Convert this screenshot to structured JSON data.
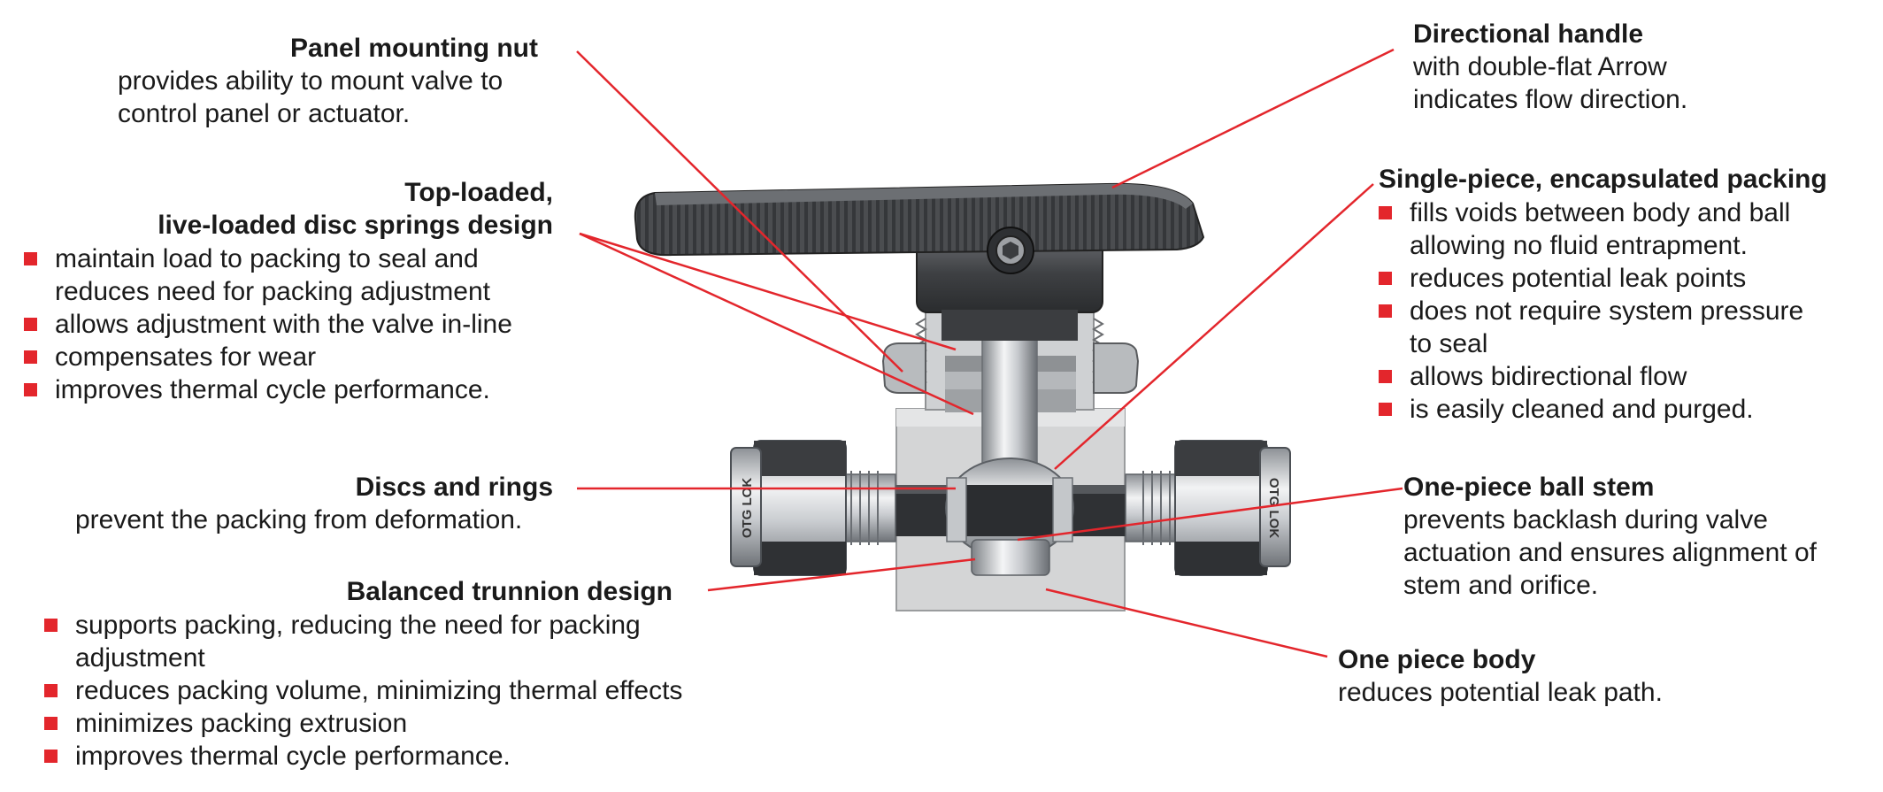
{
  "colors": {
    "leader": "#e3262c",
    "bullet": "#e3262c",
    "handle": "#4a4c4f",
    "body": "#d6d6d6",
    "steel": "#b0b4b8",
    "text": "#1a1a1a"
  },
  "callouts": {
    "panel_nut": {
      "title": "Panel mounting nut",
      "lines": [
        "provides ability to mount valve to",
        "control panel or actuator."
      ]
    },
    "disc_springs": {
      "title_lines": [
        "Top-loaded,",
        "live-loaded disc springs design"
      ],
      "bullets": [
        "maintain load to packing to seal and",
        "reduces need for packing adjustment",
        "allows adjustment with the valve in-line",
        "compensates for wear",
        "improves thermal cycle performance."
      ]
    },
    "discs_rings": {
      "title": "Discs and rings",
      "lines": [
        "prevent the packing from deformation."
      ]
    },
    "trunnion": {
      "title": "Balanced trunnion design",
      "bullets": [
        "supports packing, reducing the need for packing",
        "adjustment",
        "reduces packing volume, minimizing thermal effects",
        "minimizes packing extrusion",
        "improves thermal cycle performance."
      ]
    },
    "handle": {
      "title": "Directional handle",
      "lines": [
        "with double-flat Arrow",
        "indicates flow direction."
      ]
    },
    "packing": {
      "title": "Single-piece, encapsulated packing",
      "bullets": [
        "fills voids between body and ball",
        "allowing no fluid entrapment.",
        "reduces potential leak points",
        "does not require system pressure",
        "to seal",
        "allows bidirectional flow",
        "is easily cleaned and purged."
      ]
    },
    "ball_stem": {
      "title": "One-piece ball stem",
      "lines": [
        "prevents backlash during valve",
        "actuation and ensures alignment of",
        "stem and orifice."
      ]
    },
    "body": {
      "title": "One piece body",
      "lines": [
        "reduces potential leak path."
      ]
    }
  },
  "fitting_left_label": "OTG LOK",
  "fitting_right_label": "OTG LOK"
}
